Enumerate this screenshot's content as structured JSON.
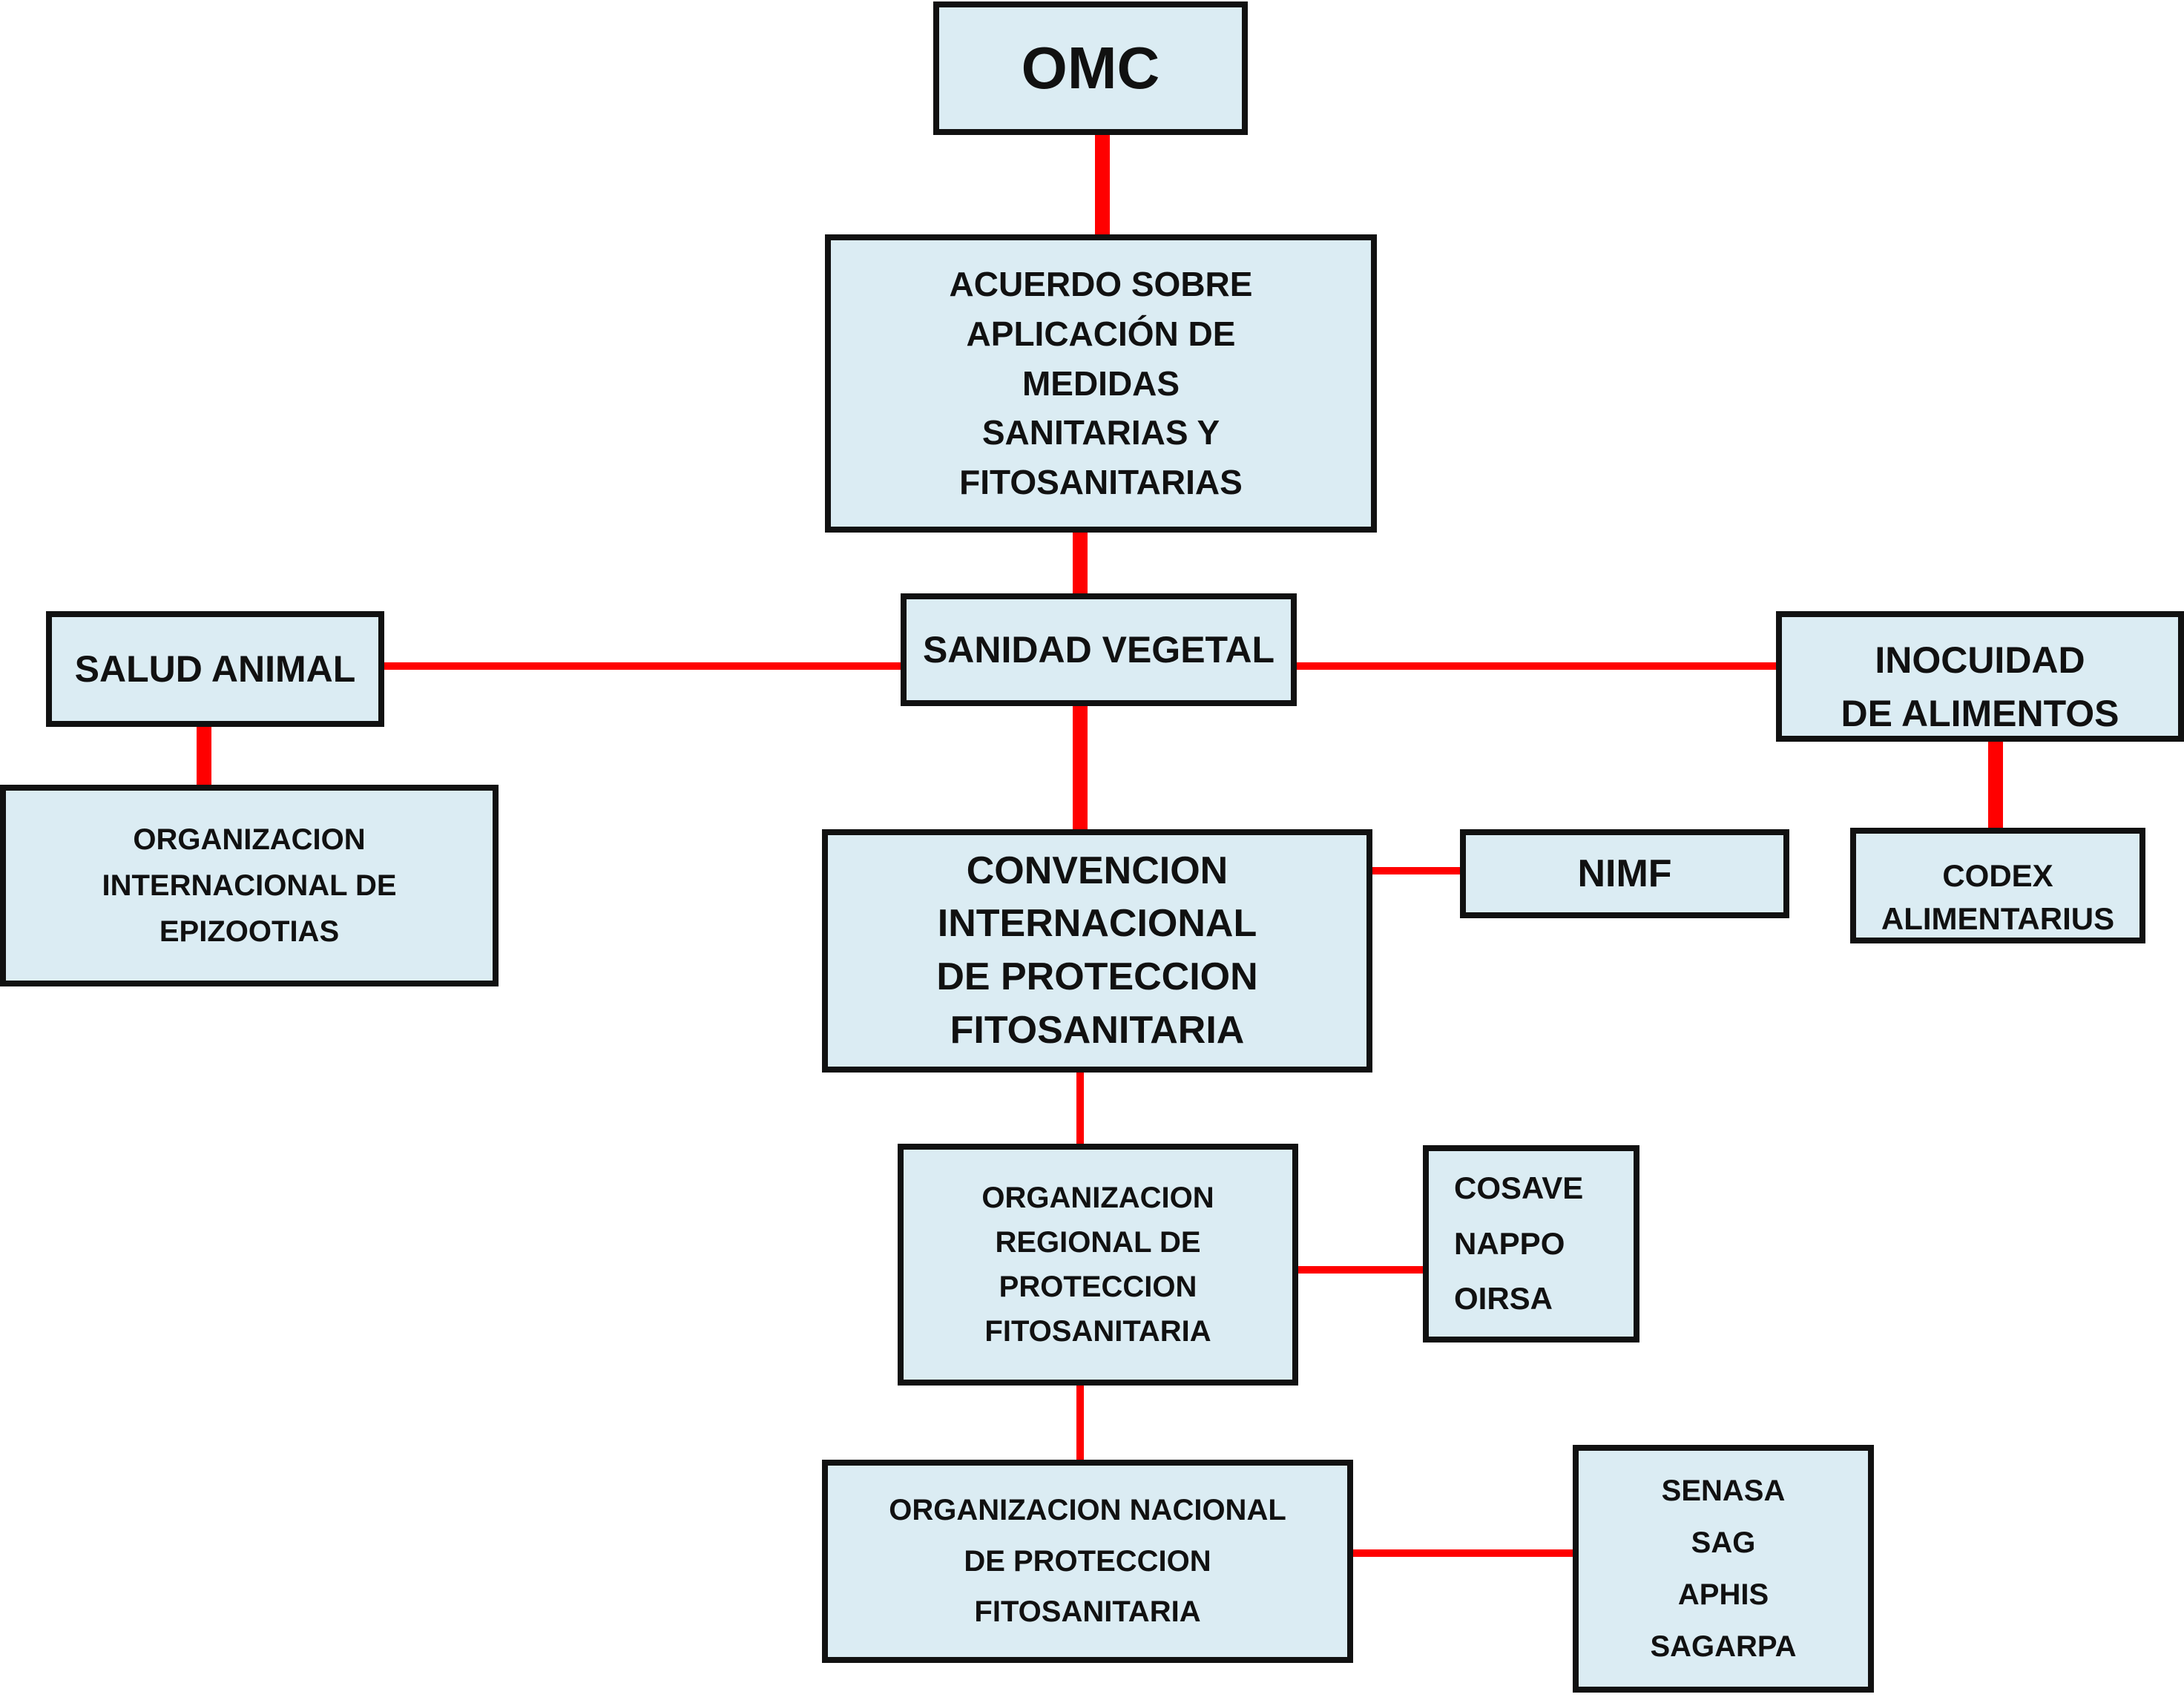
{
  "colors": {
    "connector": "#ff0000",
    "box_fill": "#dbecf3",
    "box_border": "#111111"
  },
  "nodes": {
    "omc": {
      "lines": [
        "OMC"
      ]
    },
    "acuerdo": {
      "lines": [
        "ACUERDO SOBRE",
        "APLICACIÓN DE",
        "MEDIDAS",
        "SANITARIAS Y",
        "FITOSANITARIAS"
      ]
    },
    "sanidad": {
      "lines": [
        "SANIDAD VEGETAL"
      ]
    },
    "salud": {
      "lines": [
        "SALUD ANIMAL"
      ]
    },
    "inocuidad": {
      "lines": [
        "INOCUIDAD",
        "DE ALIMENTOS"
      ]
    },
    "oie": {
      "lines": [
        "ORGANIZACION",
        "INTERNACIONAL DE",
        "EPIZOOTIAS"
      ]
    },
    "cipf": {
      "lines": [
        "CONVENCION",
        "INTERNACIONAL",
        "DE PROTECCION",
        "FITOSANITARIA"
      ]
    },
    "nimf": {
      "lines": [
        "NIMF"
      ]
    },
    "codex": {
      "lines": [
        "CODEX",
        "ALIMENTARIUS"
      ]
    },
    "orpf": {
      "lines": [
        "ORGANIZACION",
        "REGIONAL DE",
        "PROTECCION",
        "FITOSANITARIA"
      ]
    },
    "regionales": {
      "lines": [
        "COSAVE",
        "NAPPO",
        "OIRSA"
      ]
    },
    "onpf": {
      "lines": [
        "ORGANIZACION NACIONAL",
        "DE PROTECCION",
        "FITOSANITARIA"
      ]
    },
    "nacionales": {
      "lines": [
        "SENASA",
        "SAG",
        "APHIS",
        "SAGARPA"
      ]
    }
  }
}
